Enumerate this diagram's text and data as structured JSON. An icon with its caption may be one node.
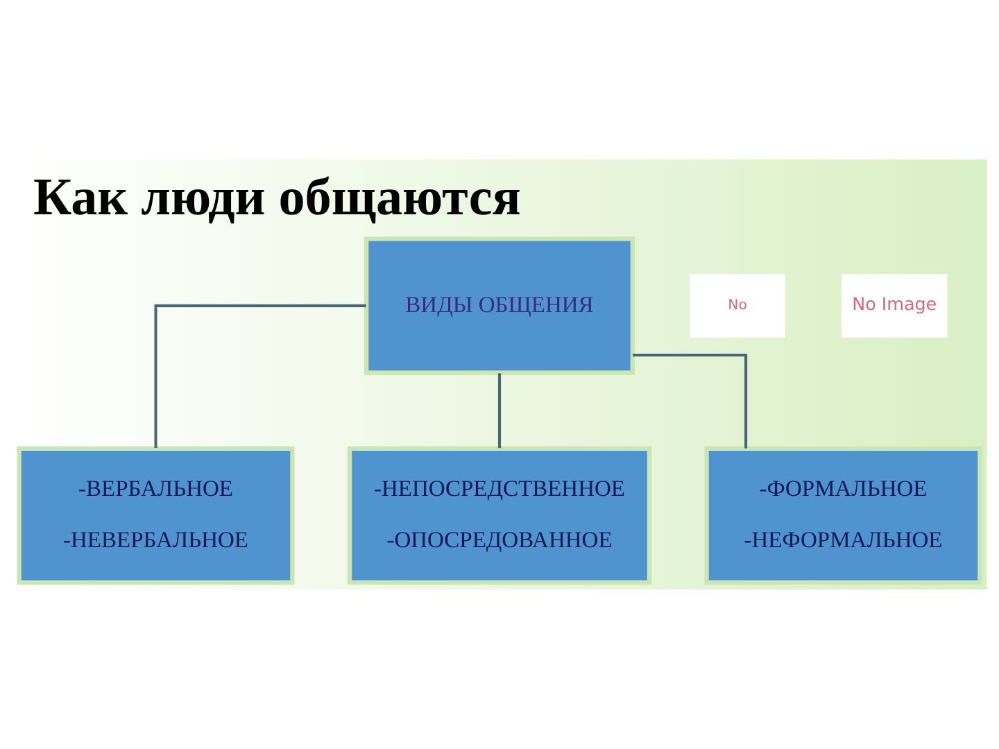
{
  "diagram": {
    "title": "Как люди общаются",
    "nodes": [
      {
        "text": [
          "ВИДЫ ОБЩЕНИЯ"
        ]
      },
      {
        "text": [
          "-ВЕРБАЛЬНОЕ",
          "-НЕВЕРБАЛЬНОЕ"
        ]
      },
      {
        "text": [
          "-НЕПОСРЕДСТВЕННОЕ",
          "-ОПОСРЕДОВАННОЕ"
        ]
      },
      {
        "text": [
          "-ФОРМАЛЬНОЕ",
          "-НЕФОРМАЛЬНОЕ"
        ]
      }
    ],
    "edges": [
      {
        "from": 0,
        "to": 1,
        "arrow": "none"
      },
      {
        "from": 0,
        "to": 2,
        "arrow": "none"
      },
      {
        "from": 0,
        "to": 3,
        "arrow": "none"
      }
    ],
    "labels": [
      "No",
      "No Image"
    ]
  }
}
